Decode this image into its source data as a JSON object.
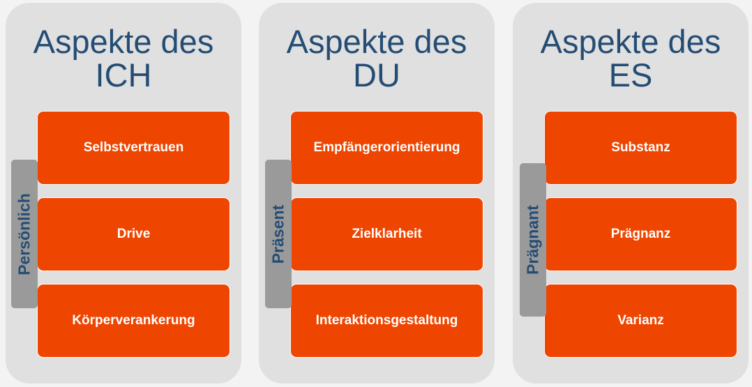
{
  "columns": [
    {
      "title_line1": "Aspekte des",
      "title_line2": "ICH",
      "side_label": "Persönlich",
      "items": [
        "Selbstvertrauen",
        "Drive",
        "Körperverankerung"
      ]
    },
    {
      "title_line1": "Aspekte des",
      "title_line2": "DU",
      "side_label": "Präsent",
      "items": [
        "Empfängerorientierung",
        "Zielklarheit",
        "Interaktionsgestaltung"
      ]
    },
    {
      "title_line1": "Aspekte des",
      "title_line2": "ES",
      "side_label": "Prägnant",
      "items": [
        "Substanz",
        "Prägnanz",
        "Varianz"
      ]
    }
  ],
  "colors": {
    "accent": "#ee4500",
    "title": "#254d74",
    "panel": "#e0e0e0",
    "tab": "#9a9a9a"
  }
}
